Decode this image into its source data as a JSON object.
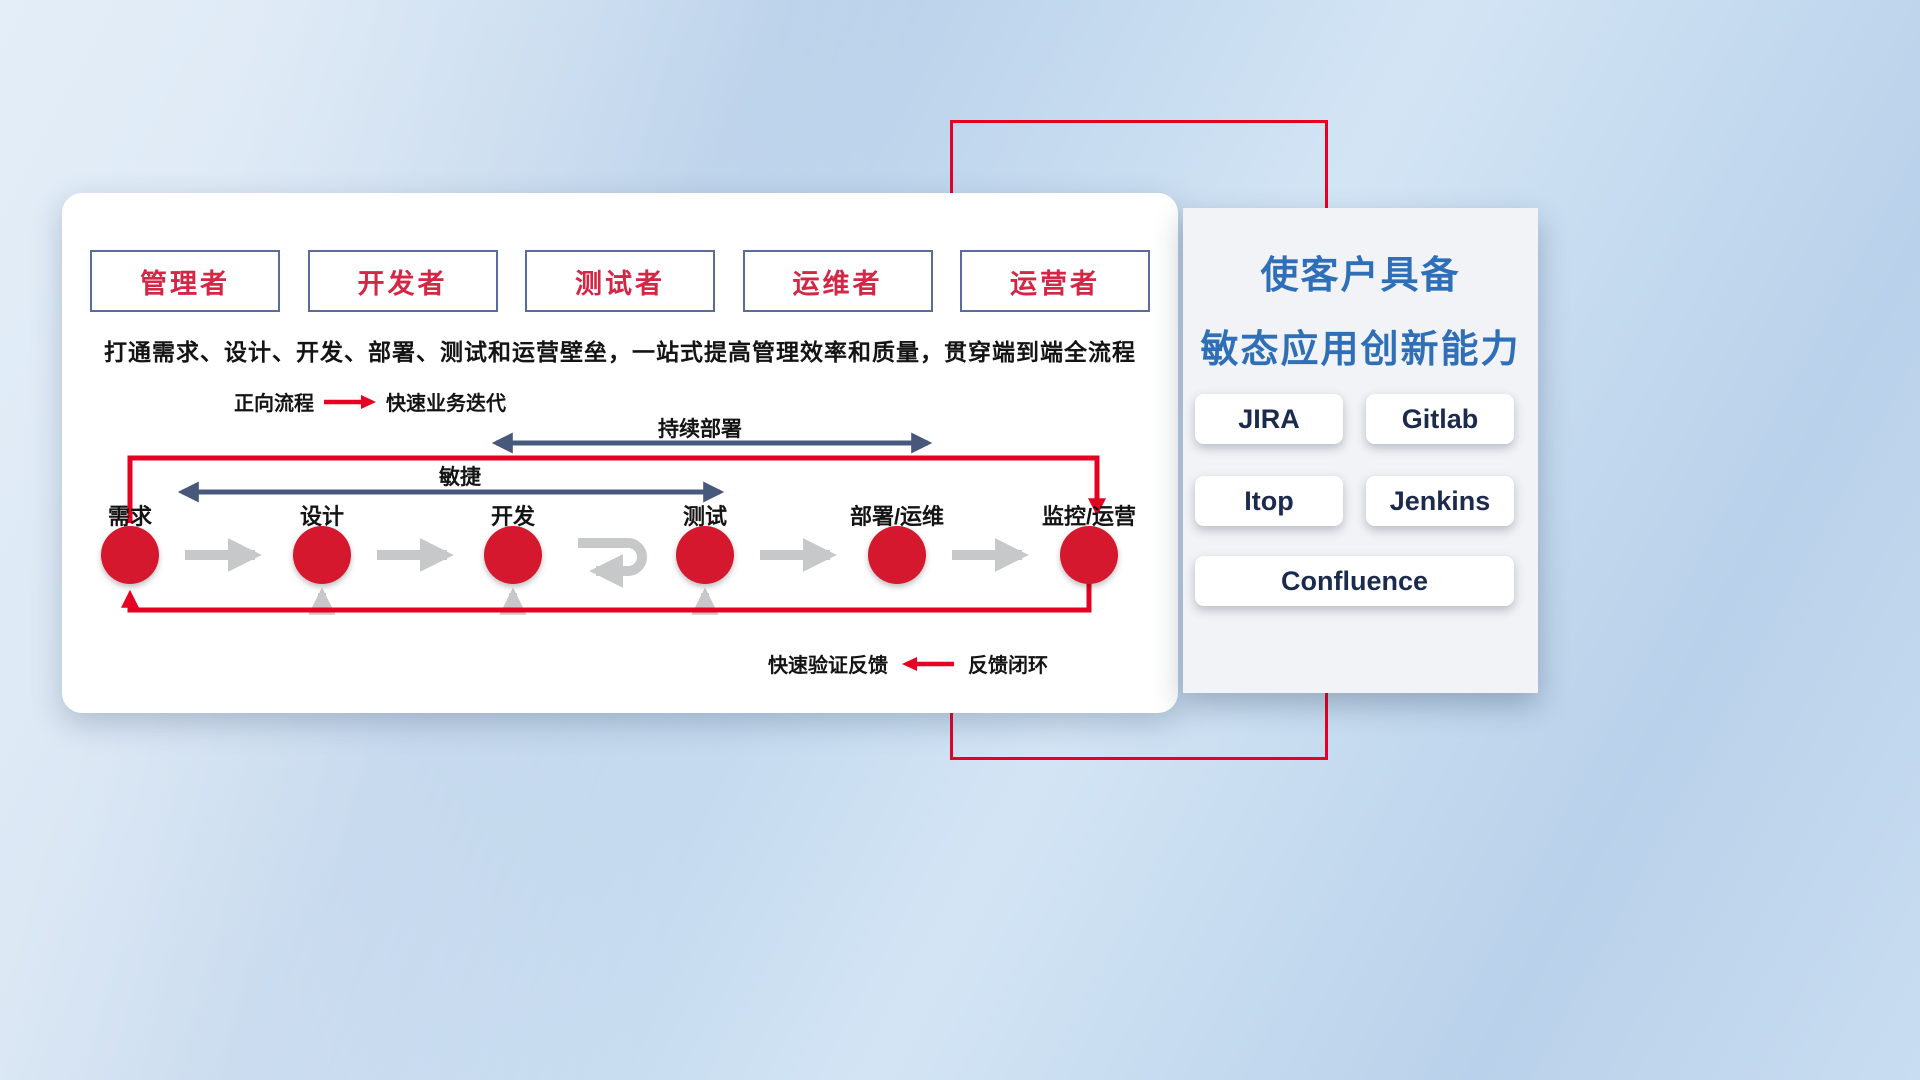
{
  "roles": [
    {
      "label": "管理者"
    },
    {
      "label": "开发者"
    },
    {
      "label": "测试者"
    },
    {
      "label": "运维者"
    },
    {
      "label": "运营者"
    }
  ],
  "description": "打通需求、设计、开发、部署、测试和运营壁垒，一站式提高管理效率和质量，贯穿端到端全流程",
  "legend_forward": {
    "label": "正向流程",
    "value": "快速业务迭代"
  },
  "legend_feedback": {
    "label": "快速验证反馈",
    "value": "反馈闭环"
  },
  "flow": {
    "stages": [
      {
        "label": "需求"
      },
      {
        "label": "设计"
      },
      {
        "label": "开发"
      },
      {
        "label": "测试"
      },
      {
        "label": "部署/运维"
      },
      {
        "label": "监控/运营"
      }
    ],
    "agile_label": "敏捷",
    "continuous_deployment_label": "持续部署"
  },
  "right_panel": {
    "title_line1": "使客户具备",
    "title_line2": "敏态应用创新能力",
    "tools": [
      {
        "label": "JIRA"
      },
      {
        "label": "Gitlab"
      },
      {
        "label": "Itop"
      },
      {
        "label": "Jenkins"
      },
      {
        "label": "Confluence"
      }
    ]
  },
  "colors": {
    "accent_red": "#e60021",
    "node_red": "#d6182f",
    "navy_arrow": "#47587a",
    "gray_arrow": "#c6c8ca",
    "title_blue": "#2f6fb8",
    "role_text_red": "#d42645"
  }
}
